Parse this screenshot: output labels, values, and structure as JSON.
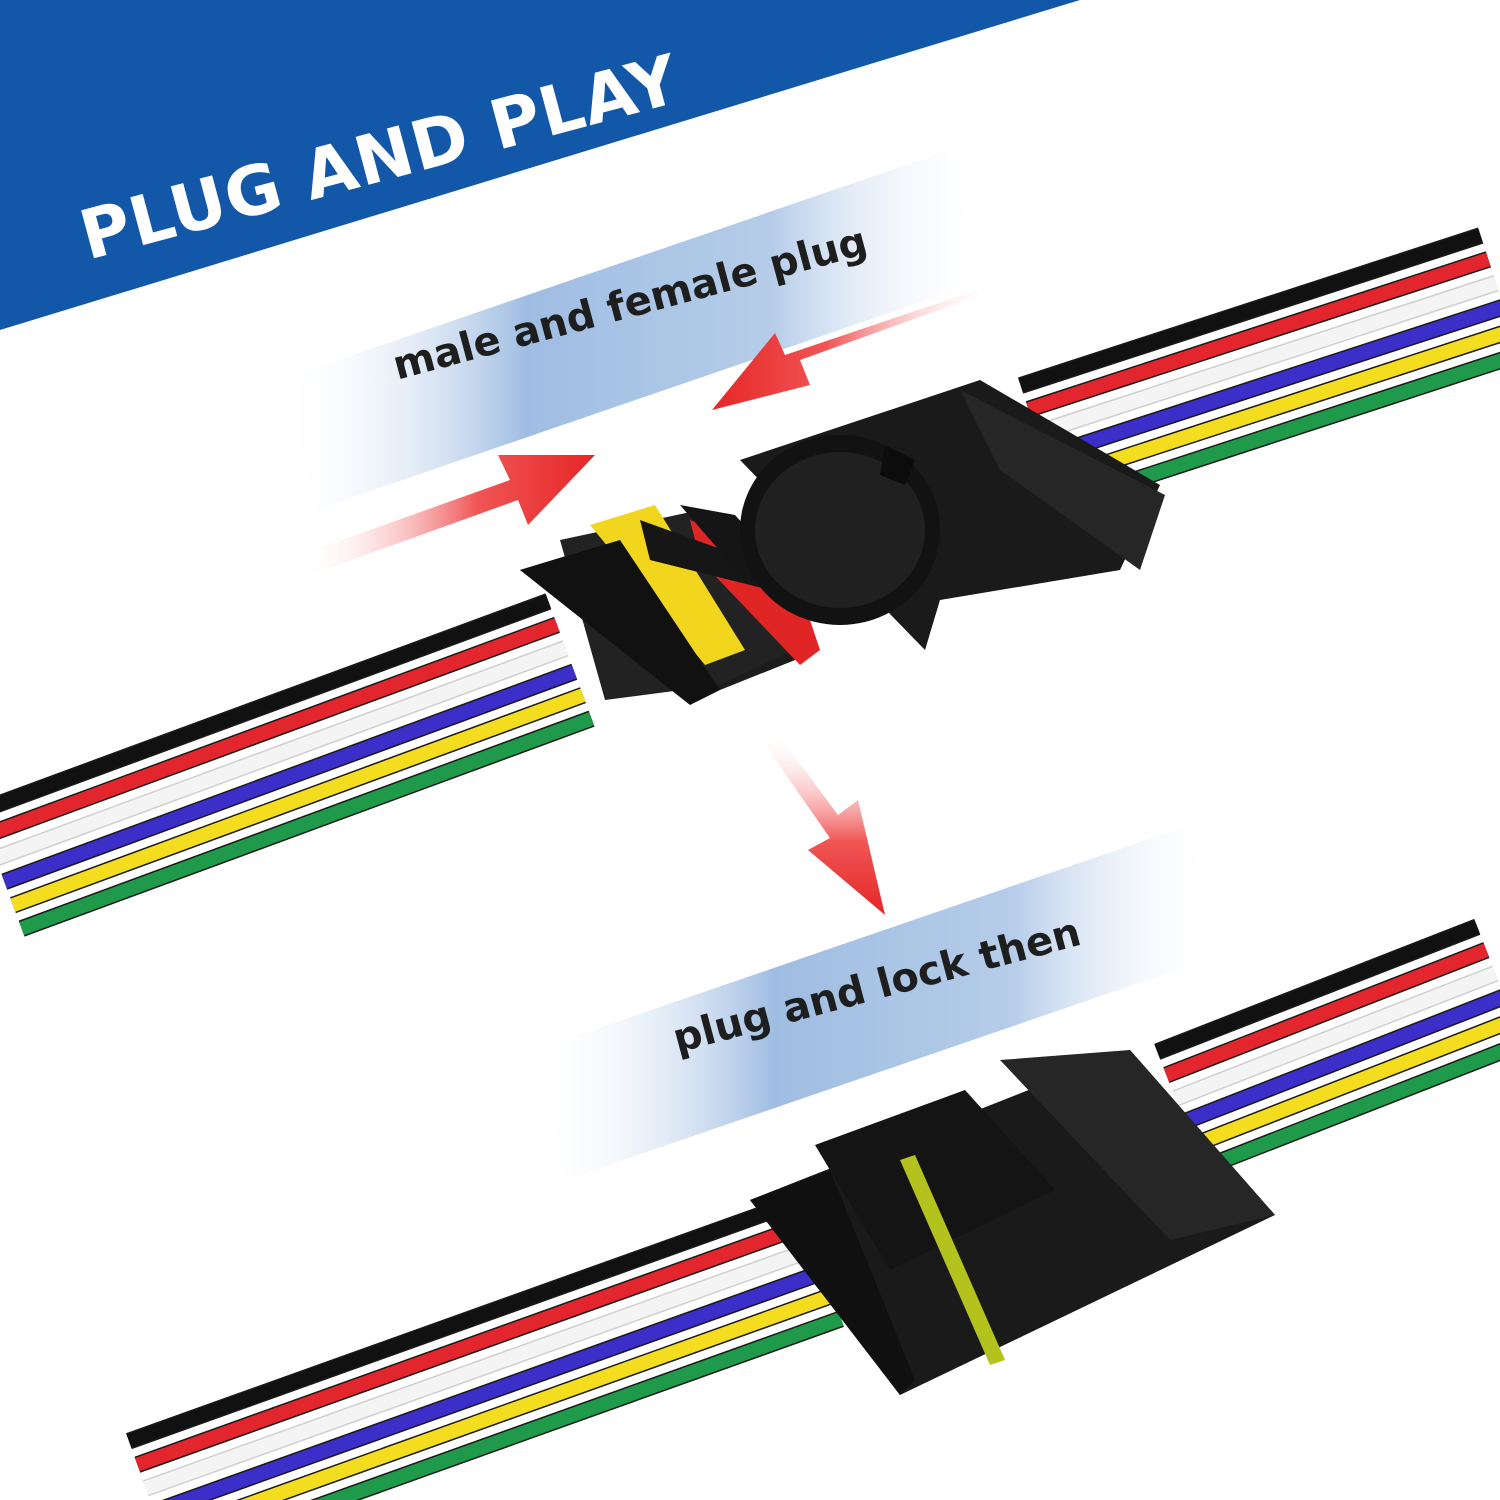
{
  "banner": {
    "title": "PLUG AND PLAY",
    "color": "#1358a8"
  },
  "labels": {
    "step_1": "male and female plug",
    "step_2": "plug and lock then"
  },
  "colors": {
    "arrow": "#ee3a3a",
    "connector_body": "#1c1c1c",
    "seal_yellow": "#f2d51d",
    "seal_red": "#e02525",
    "label_band": "#a9c4e4"
  },
  "wires": [
    {
      "color": "#1e9a4a"
    },
    {
      "color": "#f3dd1e"
    },
    {
      "color": "#3b2ec9"
    },
    {
      "color": "#f4f4f4"
    },
    {
      "color": "#e3262d"
    },
    {
      "color": "#111111"
    }
  ],
  "icons": {
    "arrow_left": "arrow-right-icon",
    "arrow_right": "arrow-left-icon",
    "arrow_down": "arrow-down-icon"
  }
}
